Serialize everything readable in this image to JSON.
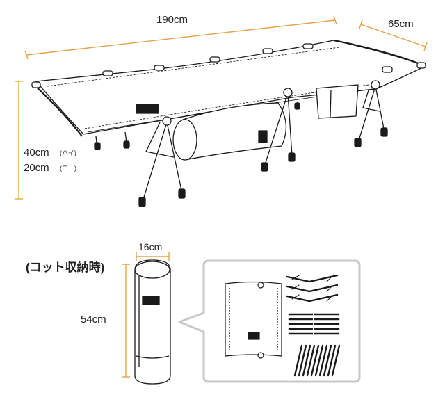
{
  "dimensions": {
    "length": "190cm",
    "width": "65cm",
    "height_high": "40cm",
    "height_high_note": "(ハイ)",
    "height_low": "20cm",
    "height_low_note": "(ロー)",
    "stored_width": "16cm",
    "stored_height": "54cm"
  },
  "stored_caption": "(コット収納時)",
  "colors": {
    "dimension_line": "#e3a24a",
    "line_art": "#1a1a1a",
    "callout_border": "#c8c8c8"
  }
}
